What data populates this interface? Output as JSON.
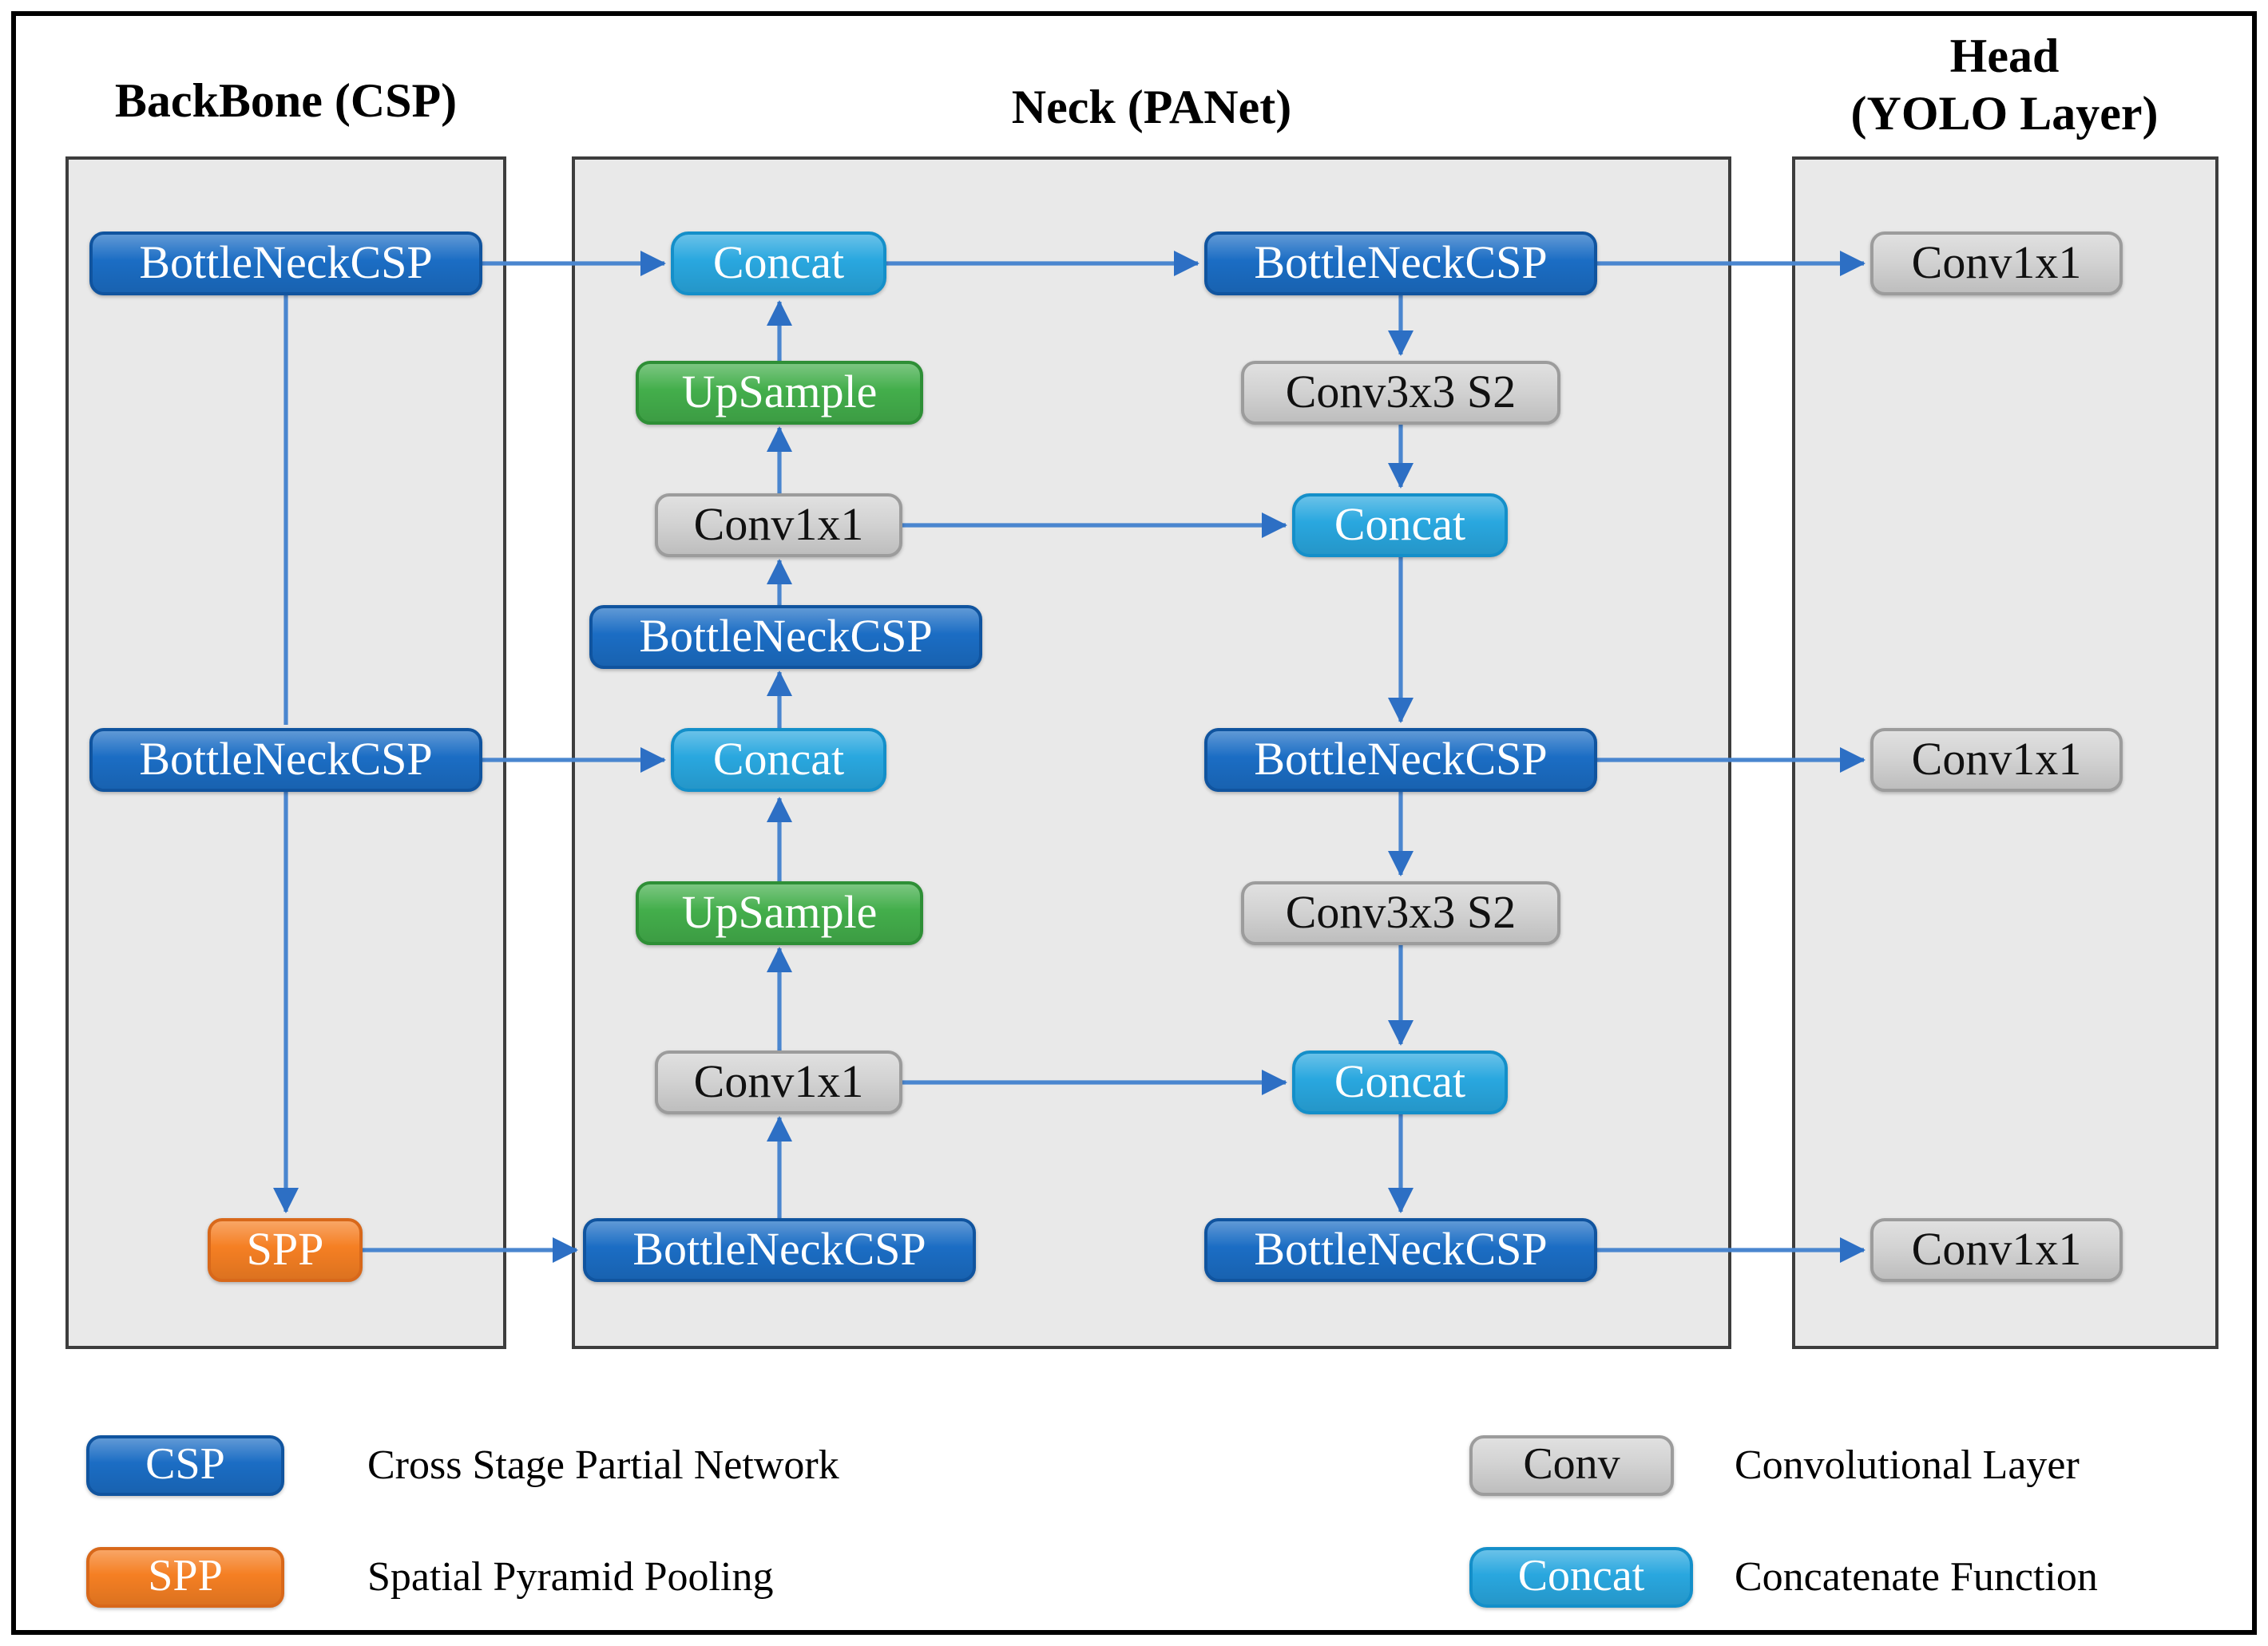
{
  "figure": {
    "columns": {
      "backbone": {
        "title": "BackBone (CSP)"
      },
      "neck": {
        "title": "Neck (PANet)"
      },
      "head": {
        "title_line1": "Head",
        "title_line2": "(YOLO Layer)"
      }
    },
    "nodes": [
      {
        "id": "b1",
        "column": "backbone",
        "type": "csp",
        "label": "BottleNeckCSP"
      },
      {
        "id": "b2",
        "column": "backbone",
        "type": "csp",
        "label": "BottleNeckCSP"
      },
      {
        "id": "b3",
        "column": "backbone",
        "type": "spp",
        "label": "SPP"
      },
      {
        "id": "n1",
        "column": "neck",
        "type": "concat",
        "label": "Concat"
      },
      {
        "id": "n2",
        "column": "neck",
        "type": "upsample",
        "label": "UpSample"
      },
      {
        "id": "n3",
        "column": "neck",
        "type": "conv",
        "label": "Conv1x1"
      },
      {
        "id": "n4",
        "column": "neck",
        "type": "csp",
        "label": "BottleNeckCSP"
      },
      {
        "id": "n5",
        "column": "neck",
        "type": "concat",
        "label": "Concat"
      },
      {
        "id": "n6",
        "column": "neck",
        "type": "upsample",
        "label": "UpSample"
      },
      {
        "id": "n7",
        "column": "neck",
        "type": "conv",
        "label": "Conv1x1"
      },
      {
        "id": "n8",
        "column": "neck",
        "type": "csp",
        "label": "BottleNeckCSP"
      },
      {
        "id": "m1",
        "column": "neck",
        "type": "csp",
        "label": "BottleNeckCSP"
      },
      {
        "id": "m2",
        "column": "neck",
        "type": "conv",
        "label": "Conv3x3 S2"
      },
      {
        "id": "m3",
        "column": "neck",
        "type": "concat",
        "label": "Concat"
      },
      {
        "id": "m4",
        "column": "neck",
        "type": "csp",
        "label": "BottleNeckCSP"
      },
      {
        "id": "m5",
        "column": "neck",
        "type": "conv",
        "label": "Conv3x3 S2"
      },
      {
        "id": "m6",
        "column": "neck",
        "type": "concat",
        "label": "Concat"
      },
      {
        "id": "m7",
        "column": "neck",
        "type": "csp",
        "label": "BottleNeckCSP"
      },
      {
        "id": "h1",
        "column": "head",
        "type": "conv",
        "label": "Conv1x1"
      },
      {
        "id": "h2",
        "column": "head",
        "type": "conv",
        "label": "Conv1x1"
      },
      {
        "id": "h3",
        "column": "head",
        "type": "conv",
        "label": "Conv1x1"
      }
    ],
    "legend": [
      {
        "swatch": "CSP",
        "type": "csp",
        "description": "Cross Stage Partial Network"
      },
      {
        "swatch": "SPP",
        "type": "spp",
        "description": "Spatial Pyramid Pooling"
      },
      {
        "swatch": "Conv",
        "type": "conv",
        "description": "Convolutional Layer"
      },
      {
        "swatch": "Concat",
        "type": "concat",
        "description": "Concatenate Function"
      }
    ],
    "colors": {
      "csp": "#1b6dc4",
      "concat": "#29a7df",
      "upsample": "#43ae4b",
      "spp": "#f57f23",
      "conv": "#d3d3d3",
      "arrow": "#4a86cf",
      "arrowhead": "#2d6fc4"
    }
  }
}
